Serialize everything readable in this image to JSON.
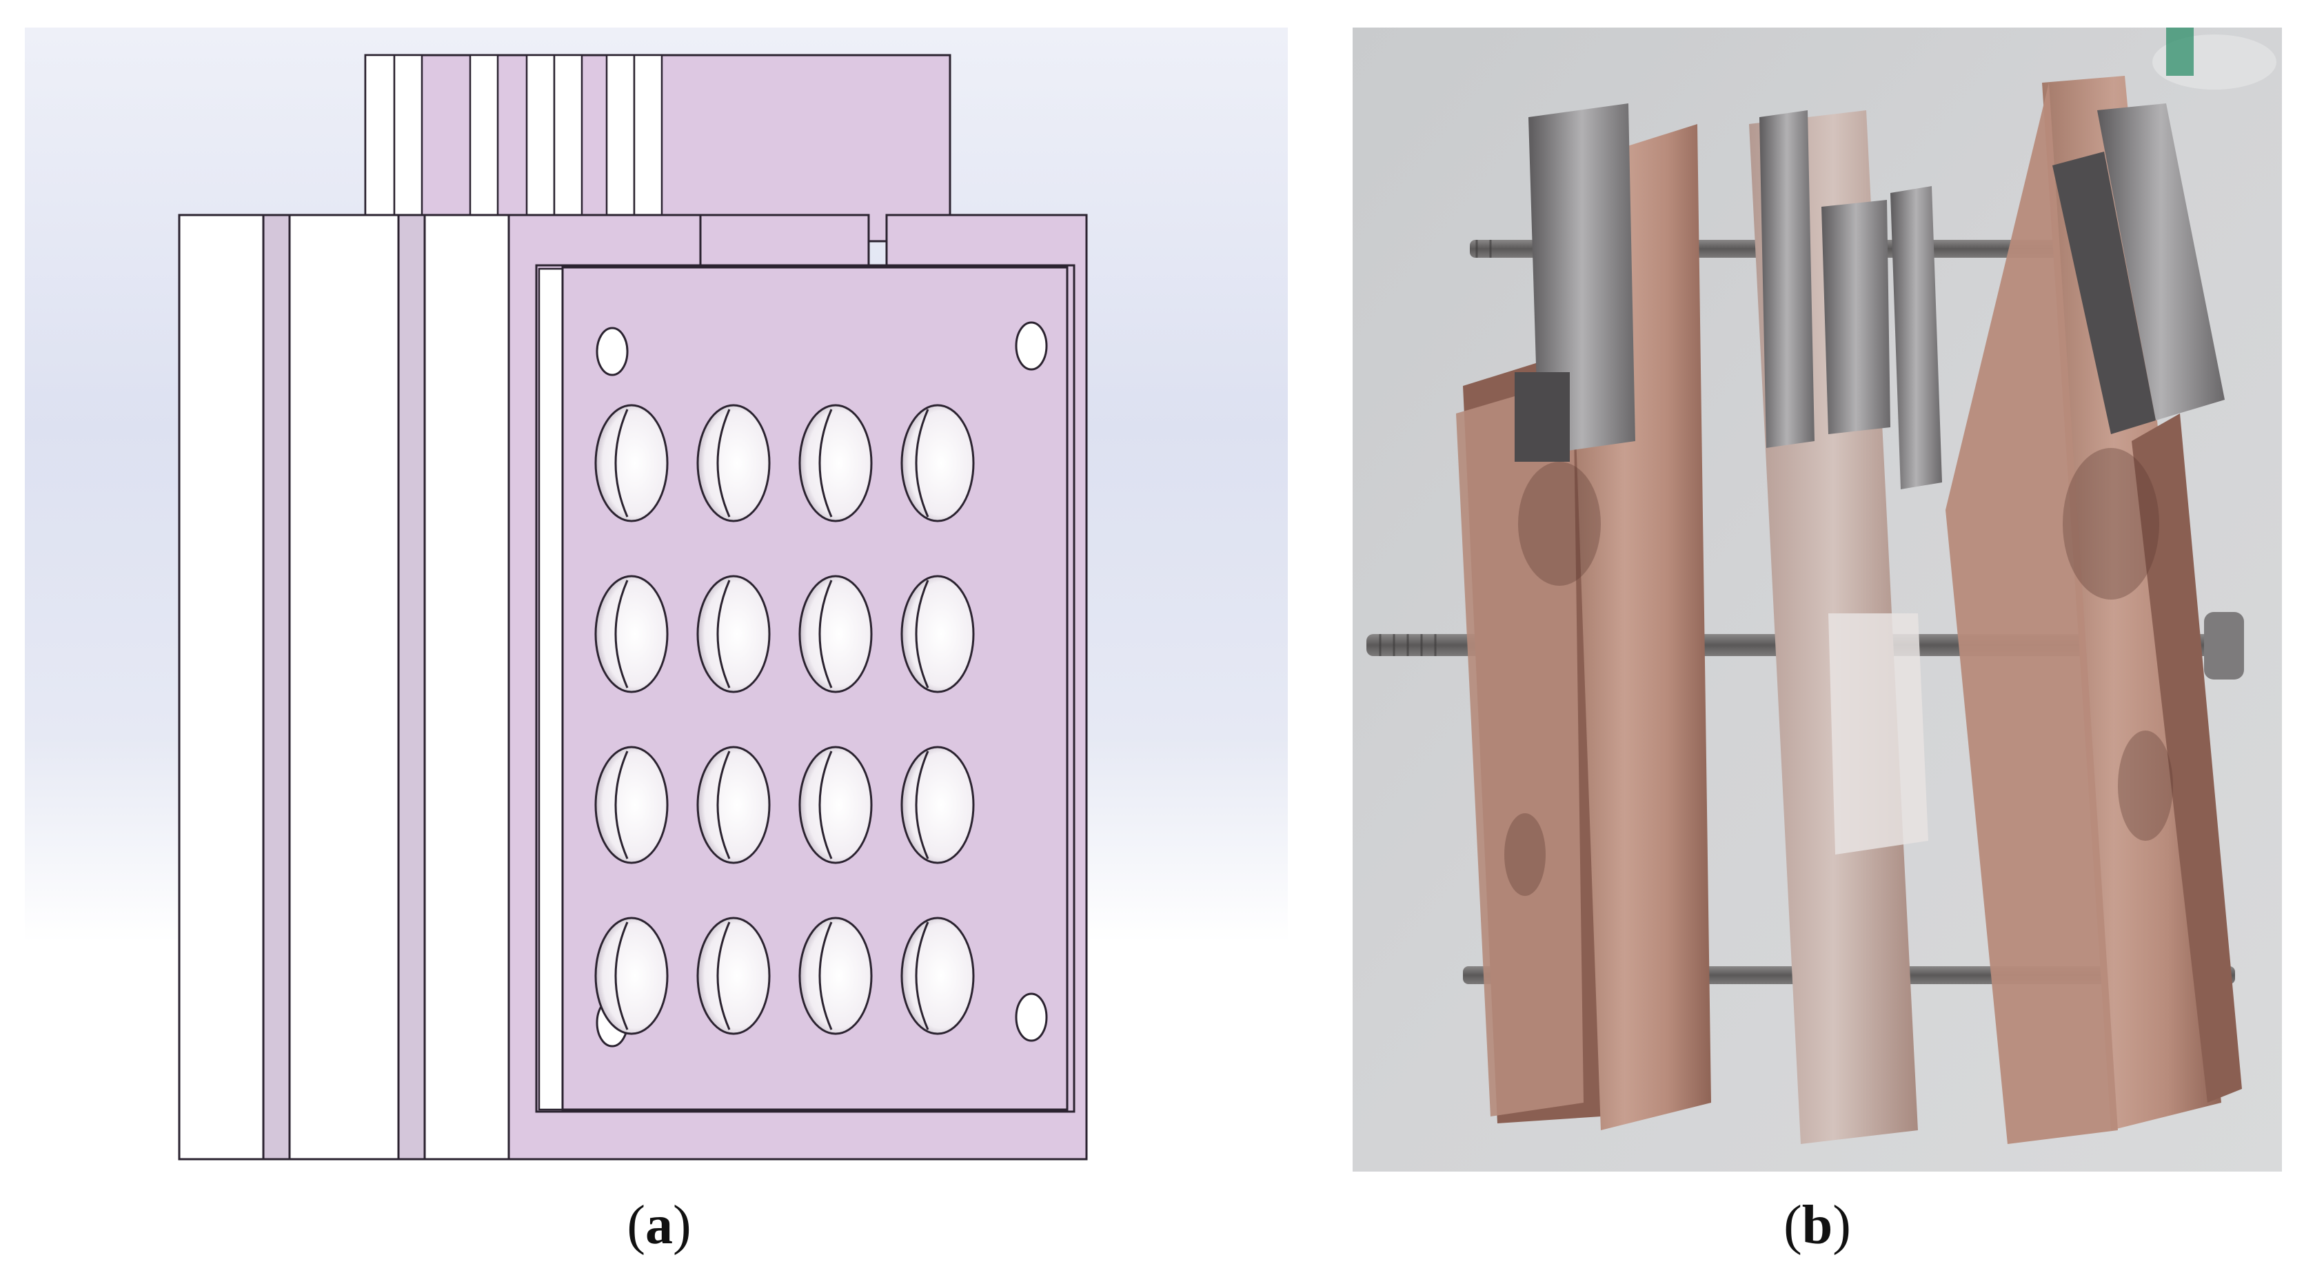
{
  "figure": {
    "panels": [
      {
        "id": "a",
        "caption_open": "(",
        "caption_letter": "a",
        "caption_close": ")",
        "type": "cad-render",
        "colors": {
          "body": "#ddc8e2",
          "edge": "#2b2330",
          "background_top": "#e9ecf6",
          "background_band": "#d9ddef",
          "background_bottom": "#ffffff",
          "hole_shadow": "#7a6f80"
        },
        "hole_grid": {
          "rows": 4,
          "cols": 4
        },
        "corner_screw_holes": 4
      },
      {
        "id": "b",
        "caption_open": "(",
        "caption_letter": "b",
        "caption_close": ")",
        "type": "photograph",
        "colors": {
          "background": "#cfd1d3",
          "plate": "#b98f80",
          "plate_dark": "#8a5f52",
          "electrode": "#9a9a9c",
          "electrode_dark": "#4c4a4c",
          "rod": "#6c6a6a"
        }
      }
    ]
  }
}
